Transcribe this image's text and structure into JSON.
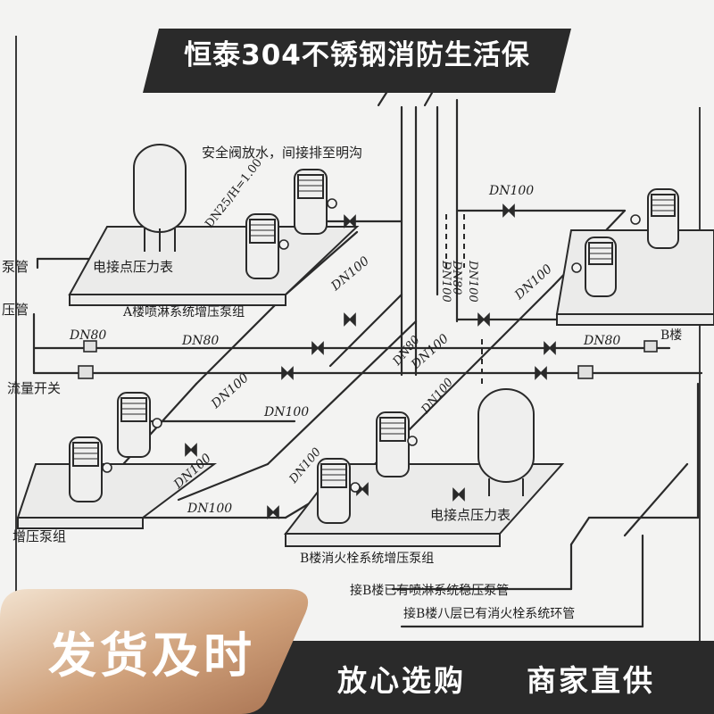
{
  "banner": {
    "title": "恒泰304不锈钢消防生活保"
  },
  "badge": {
    "text": "发货及时"
  },
  "footer": {
    "left": "放心选购",
    "right": "商家直供"
  },
  "labels": {
    "safety_valve": "安全阀放水，间接排至明沟",
    "dn25": "DN25/H=1.00",
    "dn100_top": "DN100",
    "dn100_1": "DN100",
    "dn100_2": "DN100",
    "dn100_3": "DN100",
    "dn100_4": "DN100",
    "dn100_5": "DN100",
    "dn100_6": "DN100",
    "dn100_7": "DN100",
    "dn100_v1": "DN100",
    "dn100_v2": "DN100",
    "dn80_v1": "DN80",
    "dn80_v2": "DN80",
    "dn80_1": "DN80",
    "dn80_2": "DN80",
    "dn80_3": "DN80",
    "gauge_a": "电接点压力表",
    "gauge_b": "电接点压力表",
    "pump_pipe": "泵管",
    "pressure_pipe": "压管",
    "flow_switch": "流量开关",
    "a_group": "A楼喷淋系统增压泵组",
    "b_building": "B楼",
    "boost_group": "增压泵组",
    "b_group": "B楼消火栓系统增压泵组",
    "conn_1": "接B楼已有喷淋系统稳压泵管",
    "conn_2": "接B楼八层已有消火栓系统环管"
  }
}
